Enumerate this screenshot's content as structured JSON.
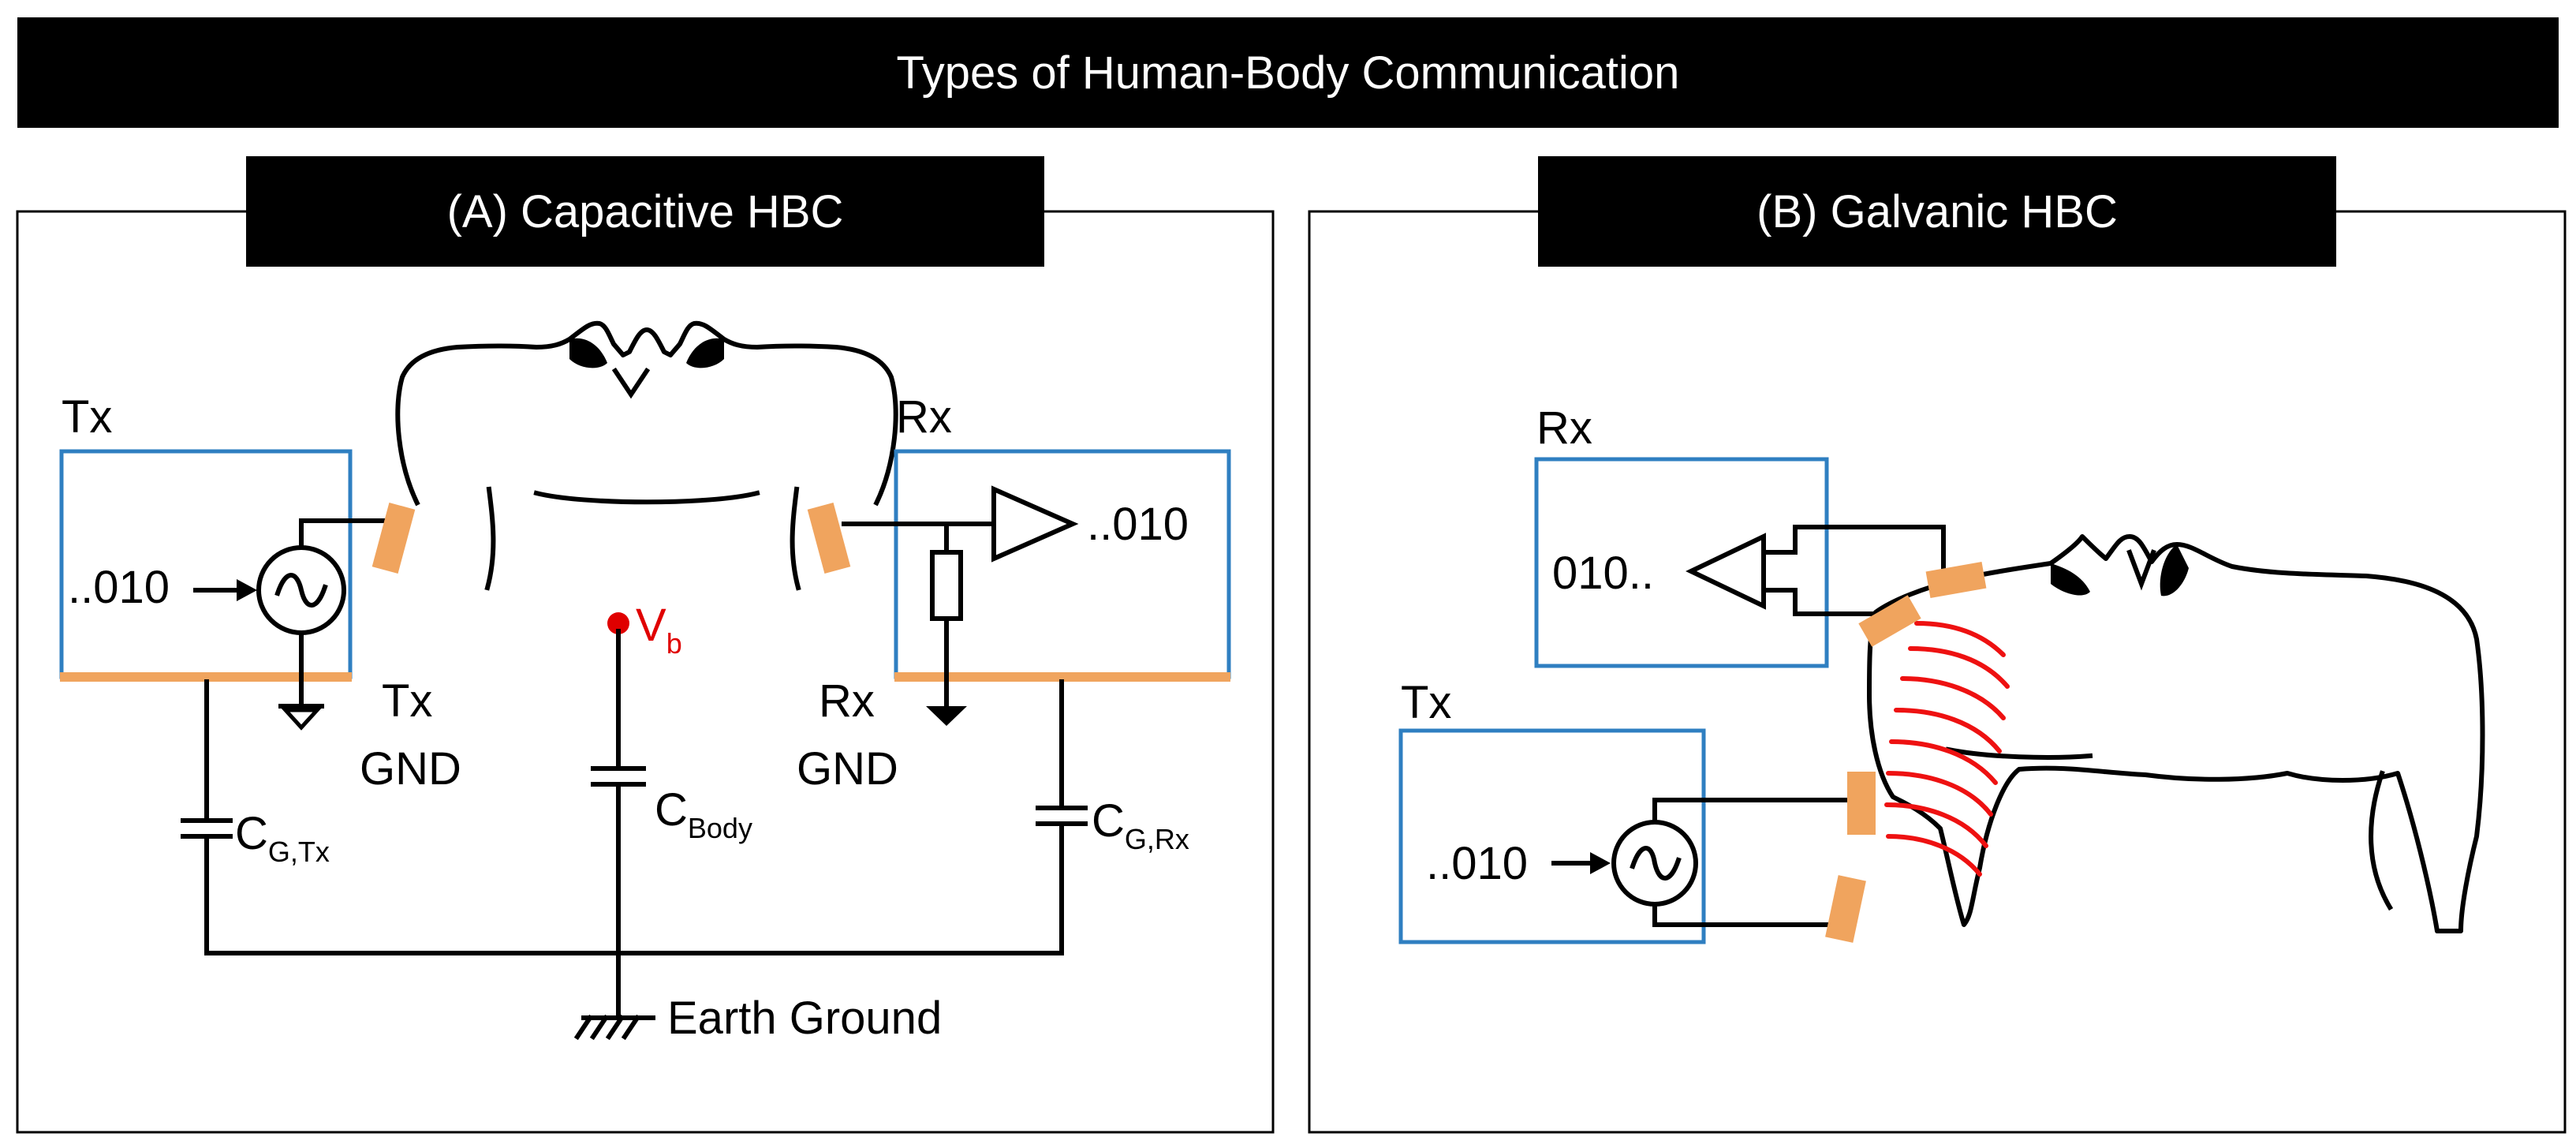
{
  "title": "Types of Human-Body Communication",
  "panel_a": {
    "title": "(A) Capacitive HBC",
    "tx_label": "Tx",
    "rx_label": "Rx",
    "tx_data": "..010",
    "rx_data": "..010",
    "tx_gnd": [
      "Tx",
      "GND"
    ],
    "rx_gnd": [
      "Rx",
      "GND"
    ],
    "vb": {
      "main": "V",
      "sub": "b"
    },
    "c_tx": {
      "main": "C",
      "sub": "G,Tx"
    },
    "c_body": {
      "main": "C",
      "sub": "Body"
    },
    "c_rx": {
      "main": "C",
      "sub": "G,Rx"
    },
    "earth": "Earth Ground"
  },
  "panel_b": {
    "title": "(B) Galvanic HBC",
    "rx_label": "Rx",
    "tx_label": "Tx",
    "rx_data": "010..",
    "tx_data": "..010"
  },
  "colors": {
    "banner": "#000000",
    "box_border": "#2f7fc1",
    "electrode": "#f0a45e",
    "highlight": "#e00000"
  }
}
